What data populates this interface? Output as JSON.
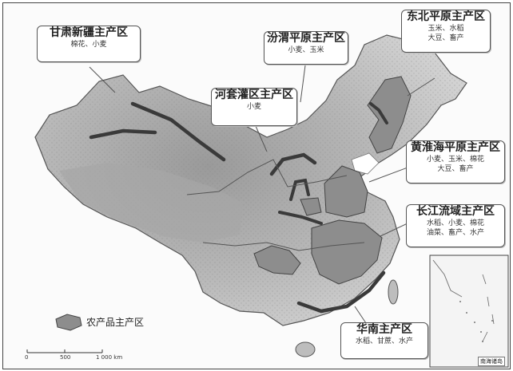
{
  "regions": [
    {
      "id": "gansu-xinjiang",
      "title": "甘肃新疆主产区",
      "crops": [
        "棉花、小麦"
      ]
    },
    {
      "id": "fenwei",
      "title": "汾渭平原主产区",
      "crops": [
        "小麦、玉米"
      ]
    },
    {
      "id": "hetao",
      "title": "河套灌区主产区",
      "crops": [
        "小麦"
      ]
    },
    {
      "id": "northeast",
      "title": "东北平原主产区",
      "crops": [
        "玉米、水稻",
        "大豆、畜产"
      ]
    },
    {
      "id": "huanghuaihai",
      "title": "黄淮海平原主产区",
      "crops": [
        "小麦、玉米、棉花",
        "大豆、畜产"
      ]
    },
    {
      "id": "yangtze",
      "title": "长江流域主产区",
      "crops": [
        "水稻、小麦、棉花",
        "油菜、畜产、水产"
      ]
    },
    {
      "id": "south-china",
      "title": "华南主产区",
      "crops": [
        "水稻、甘蔗、水产"
      ]
    }
  ],
  "legend": {
    "label": "农产品主产区"
  },
  "scale_bar": {
    "ticks": [
      "0",
      "500",
      "1 000 km"
    ]
  },
  "inset": {
    "label": "南海诸岛"
  },
  "colors": {
    "area_fill": "#8d8d8d",
    "belt_stroke": "#3a3a3a",
    "land": "#c9c9c9"
  }
}
